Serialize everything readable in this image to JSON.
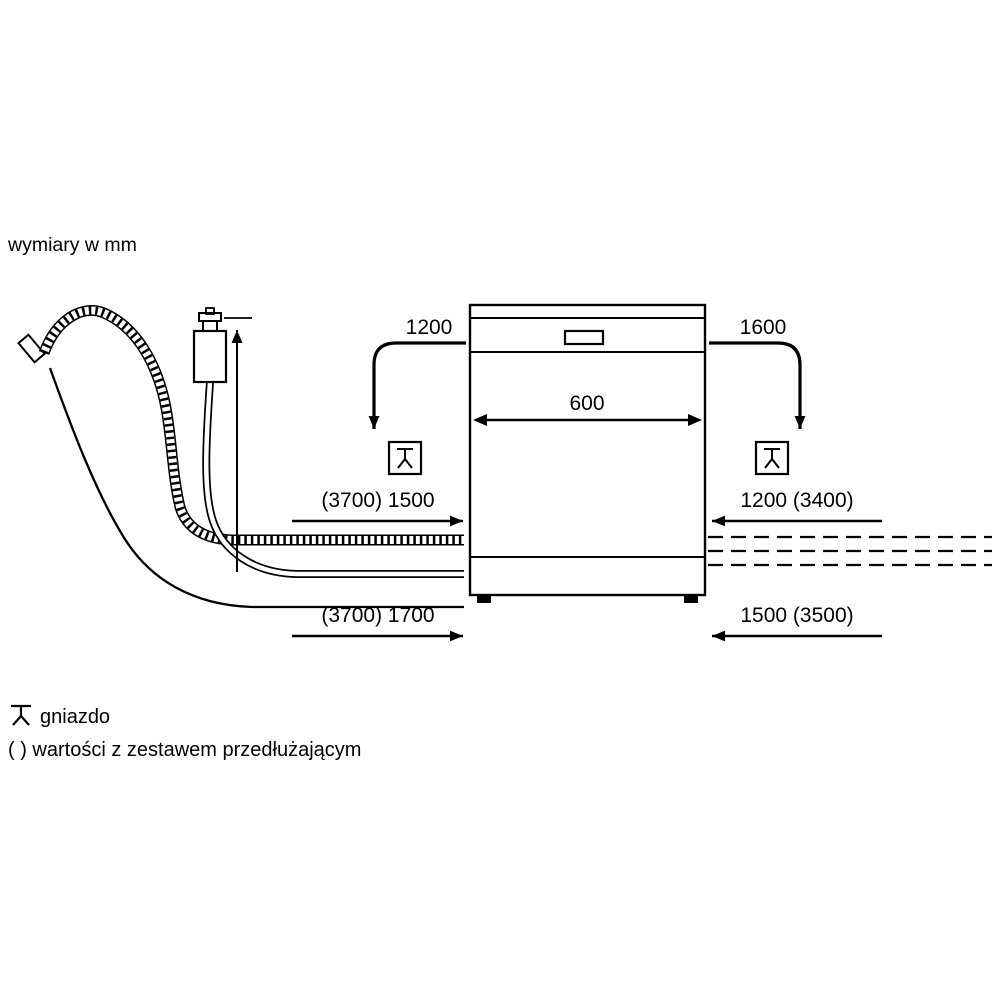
{
  "title": "wymiary w mm",
  "labels": {
    "left_socket_distance": "1200",
    "right_socket_distance": "1600",
    "appliance_width": "600",
    "drain_hose_left": "(3700) 1500",
    "inlet_hose_right": "1200 (3400)",
    "power_cord_left": "(3700) 1700",
    "power_cord_right": "1500 (3500)"
  },
  "legend": {
    "socket_label": "gniazdo",
    "parentheses_note": "( ) wartości z zestawem przedłużającym"
  },
  "icons": {
    "socket": "socket-icon"
  },
  "colors": {
    "line": "#000000",
    "background": "#ffffff"
  }
}
